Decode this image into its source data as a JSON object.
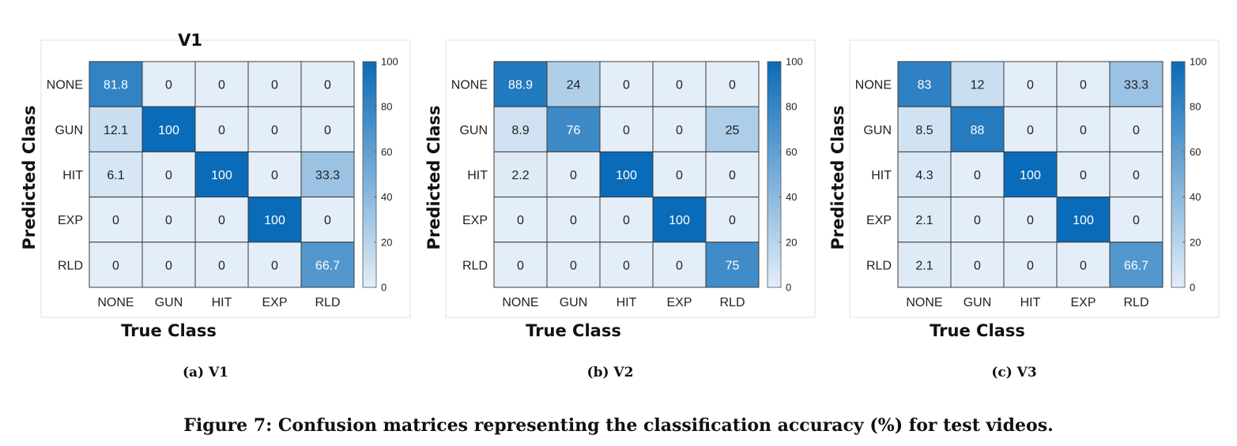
{
  "figure_caption": "Figure 7: Confusion matrices representing the classification accuracy (%) for test videos.",
  "chart_data": [
    {
      "type": "heatmap",
      "title": "V1",
      "caption": "(a) V1",
      "xlabel": "True Class",
      "ylabel": "Predicted Class",
      "x_categories": [
        "NONE",
        "GUN",
        "HIT",
        "EXP",
        "RLD"
      ],
      "y_categories": [
        "NONE",
        "GUN",
        "HIT",
        "EXP",
        "RLD"
      ],
      "values": [
        [
          "81.8",
          "0",
          "0",
          "0",
          "0"
        ],
        [
          "12.1",
          "100",
          "0",
          "0",
          "0"
        ],
        [
          "6.1",
          "0",
          "100",
          "0",
          "33.3"
        ],
        [
          "0",
          "0",
          "0",
          "100",
          "0"
        ],
        [
          "0",
          "0",
          "0",
          "0",
          "66.7"
        ]
      ],
      "colorbar": {
        "range": [
          0,
          100
        ],
        "ticks": [
          "0",
          "20",
          "40",
          "60",
          "80",
          "100"
        ],
        "low_color": "#e3eef8",
        "high_color": "#0a6bb8"
      }
    },
    {
      "type": "heatmap",
      "title": "",
      "caption": "(b) V2",
      "xlabel": "True Class",
      "ylabel": "Predicted Class",
      "x_categories": [
        "NONE",
        "GUN",
        "HIT",
        "EXP",
        "RLD"
      ],
      "y_categories": [
        "NONE",
        "GUN",
        "HIT",
        "EXP",
        "RLD"
      ],
      "values": [
        [
          "88.9",
          "24",
          "0",
          "0",
          "0"
        ],
        [
          "8.9",
          "76",
          "0",
          "0",
          "25"
        ],
        [
          "2.2",
          "0",
          "100",
          "0",
          "0"
        ],
        [
          "0",
          "0",
          "0",
          "100",
          "0"
        ],
        [
          "0",
          "0",
          "0",
          "0",
          "75"
        ]
      ],
      "colorbar": {
        "range": [
          0,
          100
        ],
        "ticks": [
          "0",
          "20",
          "40",
          "60",
          "80",
          "100"
        ],
        "low_color": "#e3eef8",
        "high_color": "#0a6bb8"
      }
    },
    {
      "type": "heatmap",
      "title": "",
      "caption": "(c) V3",
      "xlabel": "True Class",
      "ylabel": "Predicted Class",
      "x_categories": [
        "NONE",
        "GUN",
        "HIT",
        "EXP",
        "RLD"
      ],
      "y_categories": [
        "NONE",
        "GUN",
        "HIT",
        "EXP",
        "RLD"
      ],
      "values": [
        [
          "83",
          "12",
          "0",
          "0",
          "33.3"
        ],
        [
          "8.5",
          "88",
          "0",
          "0",
          "0"
        ],
        [
          "4.3",
          "0",
          "100",
          "0",
          "0"
        ],
        [
          "2.1",
          "0",
          "0",
          "100",
          "0"
        ],
        [
          "2.1",
          "0",
          "0",
          "0",
          "66.7"
        ]
      ],
      "colorbar": {
        "range": [
          0,
          100
        ],
        "ticks": [
          "0",
          "20",
          "40",
          "60",
          "80",
          "100"
        ],
        "low_color": "#e3eef8",
        "high_color": "#0a6bb8"
      }
    }
  ]
}
